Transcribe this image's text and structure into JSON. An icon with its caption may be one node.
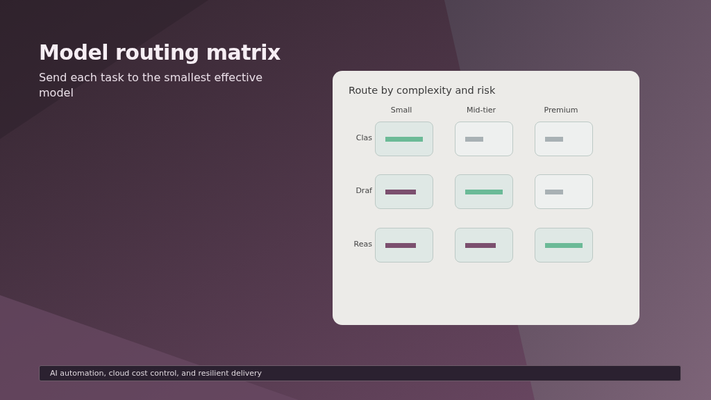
{
  "diagram": {
    "title": "Model routing matrix",
    "nodes": [
      {
        "text": [
          "Route by complexity and risk"
        ]
      },
      {
        "text": [],
        "shape": "box",
        "in": 0
      },
      {
        "text": [],
        "shape": "box",
        "in": 0
      },
      {
        "text": [],
        "shape": "box",
        "in": 0
      },
      {
        "text": [],
        "shape": "box",
        "in": 0
      },
      {
        "text": [],
        "shape": "box",
        "in": 0
      },
      {
        "text": [],
        "shape": "box",
        "in": 0
      },
      {
        "text": [],
        "shape": "box",
        "in": 0
      },
      {
        "text": [],
        "shape": "box",
        "in": 0
      },
      {
        "text": [],
        "shape": "box",
        "in": 0
      },
      {
        "text": [
          "AI automation, cloud cost control, and resilient delivery"
        ]
      }
    ],
    "edges": [],
    "labels": [
      "Send each task to the smallest effective model",
      "Small",
      "Mid-tier",
      "Premium",
      "Clas",
      "Draf",
      "Reas"
    ]
  }
}
